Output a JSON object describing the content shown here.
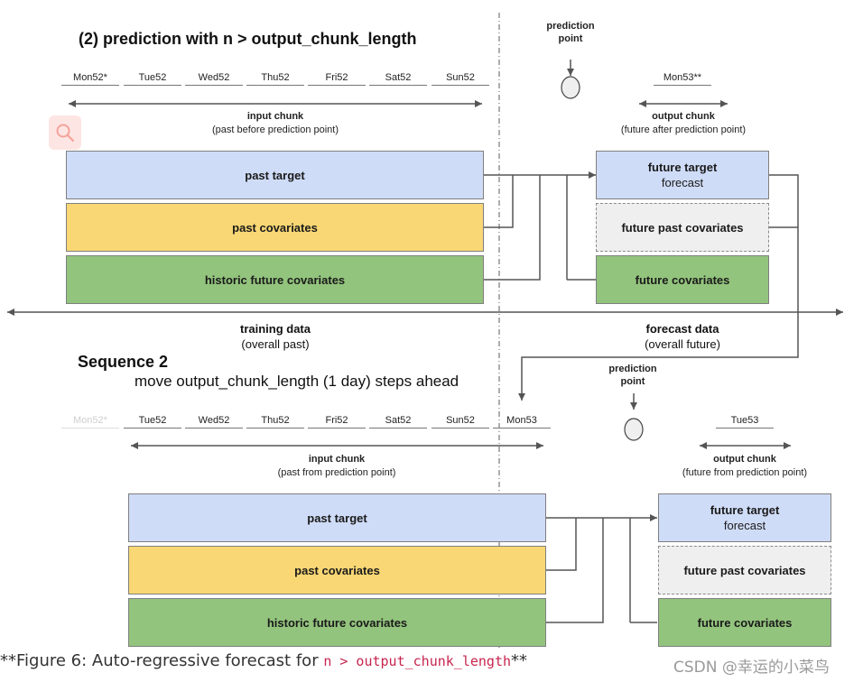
{
  "section1": {
    "title": "(2) prediction with n > output_chunk_length",
    "days": [
      "Mon52*",
      "Tue52",
      "Wed52",
      "Thu52",
      "Fri52",
      "Sat52",
      "Sun52"
    ],
    "prediction_point": "prediction\npoint",
    "future_day": "Mon53**",
    "input_chunk_title": "input chunk",
    "input_chunk_sub": "(past before prediction point)",
    "output_chunk_title": "output chunk",
    "output_chunk_sub": "(future after prediction point)",
    "past_target": "past target",
    "past_covariates": "past covariates",
    "historic_future_covariates": "historic future covariates",
    "future_target": "future target",
    "forecast": "forecast",
    "future_past_covariates": "future past covariates",
    "future_covariates": "future covariates"
  },
  "middle": {
    "training_title": "training data",
    "training_sub": "(overall past)",
    "forecast_title": "forecast data",
    "forecast_sub": "(overall future)"
  },
  "section2": {
    "title": "Sequence 2",
    "subtitle": "move output_chunk_length (1 day) steps ahead",
    "days": [
      "Mon52*",
      "Tue52",
      "Wed52",
      "Thu52",
      "Fri52",
      "Sat52",
      "Sun52",
      "Mon53"
    ],
    "prediction_point": "prediction\npoint",
    "future_day": "Tue53",
    "input_chunk_title": "input chunk",
    "input_chunk_sub": "(past from prediction point)",
    "output_chunk_title": "output chunk",
    "output_chunk_sub": "(future from prediction point)",
    "past_target": "past target",
    "past_covariates": "past covariates",
    "historic_future_covariates": "historic future covariates",
    "future_target": "future target",
    "forecast": "forecast",
    "future_past_covariates": "future past covariates",
    "future_covariates": "future covariates"
  },
  "caption": {
    "prefix": "**Figure 6: Auto-regressive forecast for ",
    "code": "n > output_chunk_length",
    "suffix": "**"
  },
  "watermark": "CSDN @幸运的小菜鸟",
  "colors": {
    "blue": "#cfdcf7",
    "yellow": "#f8d774",
    "green": "#93c47d",
    "grey": "#efefef"
  },
  "icons": [
    "search-icon"
  ]
}
